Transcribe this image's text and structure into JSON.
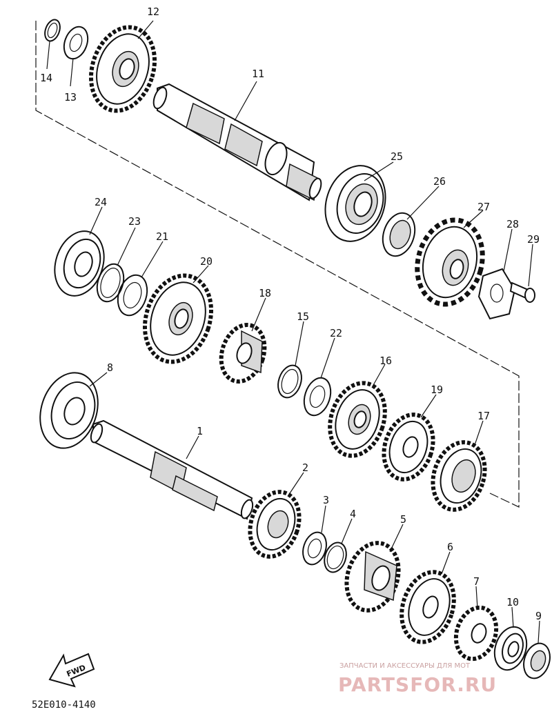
{
  "diagram_code": "52E010-4140",
  "fwd_label": "FWD",
  "watermark": {
    "caption": "ЗАПЧАСТИ И АКСЕССУАРЫ ДЛЯ МОТ",
    "brand": "PARTSFOR.RU"
  },
  "callouts": [
    "1",
    "2",
    "3",
    "4",
    "5",
    "6",
    "7",
    "8",
    "9",
    "10",
    "11",
    "12",
    "13",
    "14",
    "15",
    "16",
    "17",
    "18",
    "19",
    "20",
    "21",
    "22",
    "23",
    "24",
    "25",
    "26",
    "27",
    "28",
    "29"
  ]
}
